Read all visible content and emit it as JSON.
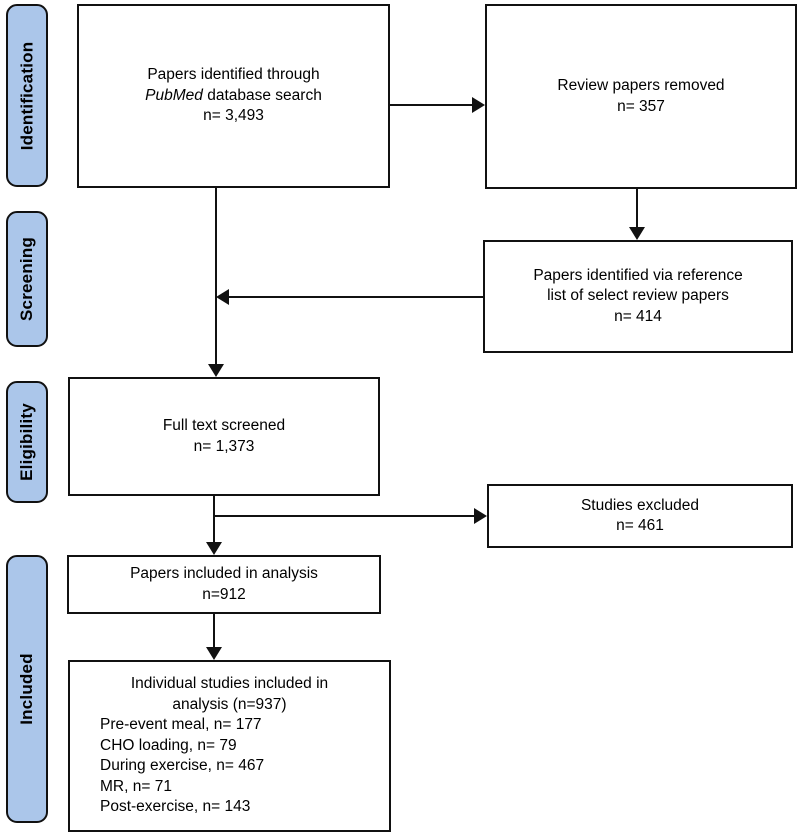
{
  "diagram": {
    "background": "#ffffff",
    "stage_fill": "#abc6ea",
    "line_color": "#111111"
  },
  "stages": [
    {
      "label": "Identification"
    },
    {
      "label": "Screening"
    },
    {
      "label": "Eligibility"
    },
    {
      "label": "Included"
    }
  ],
  "boxes": {
    "identified": {
      "line1": "Papers identified through",
      "line2_italic": "PubMed",
      "line2_rest": " database search",
      "count": "n= 3,493"
    },
    "reviews_removed": {
      "line1": "Review papers removed",
      "count": "n= 357"
    },
    "reference_list": {
      "line1": "Papers identified via reference",
      "line2": "list of select review papers",
      "count": "n= 414"
    },
    "full_text": {
      "line1": "Full text screened",
      "count": "n= 1,373"
    },
    "excluded": {
      "line1": "Studies excluded",
      "count": "n= 461"
    },
    "included_analysis": {
      "line1": "Papers included in analysis",
      "count": "n=912"
    },
    "individual": {
      "title1": "Individual studies included in",
      "title2": "analysis (n=937)",
      "items": [
        "Pre-event meal, n= 177",
        "CHO loading, n= 79",
        "During exercise, n= 467",
        "MR, n= 71",
        "Post-exercise, n= 143"
      ]
    }
  }
}
